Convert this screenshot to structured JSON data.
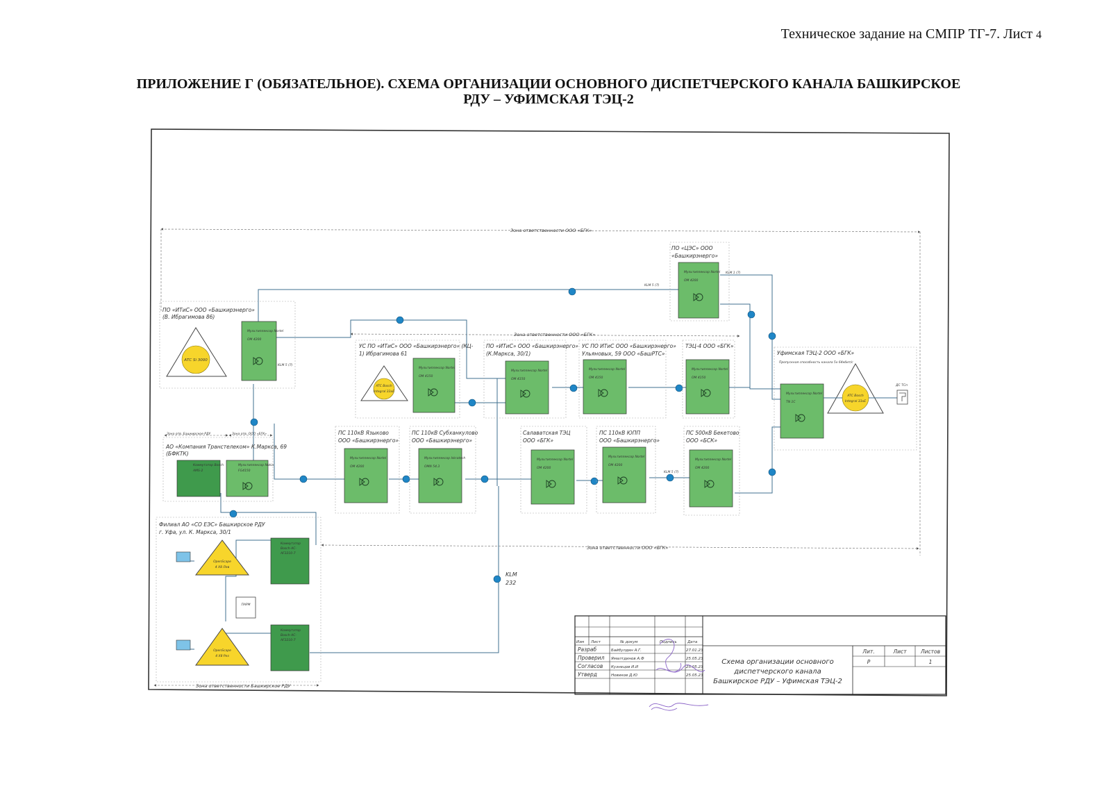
{
  "header": {
    "doc_title": "Техническое задание на СМПР ТГ-7. Лист",
    "sheet_number": "4"
  },
  "title": {
    "line1": "ПРИЛОЖЕНИЕ Г (ОБЯЗАТЕЛЬНОЕ). СХЕМА ОРГАНИЗАЦИИ ОСНОВНОГО ДИСПЕТЧЕРСКОГО КАНАЛА БАШКИРСКОЕ",
    "line2": "РДУ – УФИМСКАЯ ТЭЦ-2"
  },
  "colors": {
    "mux_fill": "#6cbc6a",
    "mux_fill_dark": "#3f9a4c",
    "node_blue": "#1f86c6",
    "pbx_yellow": "#f7d52b",
    "line": "#3f6f8f",
    "stamp": "#8a63c7"
  },
  "zones": {
    "top": "Зона ответственности ООО «БГК»",
    "middle": "Зона ответственности ООО «БГК»",
    "lower": "Зона ответственности ООО «БГК»",
    "bottom": "Зона ответственности Башкирское РДУ",
    "trans_left": "Зона отв. Башкирское РДУ",
    "trans_right": "Зона отв. ООО «БГК»"
  },
  "sites": {
    "itis_main": {
      "line1": "ПО «ИТиС» ООО «Башкирэнерго»",
      "line2": "(В. Ибрагимова 86)",
      "pbx": "АТС Si 3000",
      "mux1": "Мультиплексор Nortel",
      "mux2": "OM 4200"
    },
    "ces": {
      "line1": "ПО «ЦЭС» ООО",
      "line2": "«Башкирэнерго»",
      "mux1": "Мультиплексор Nortel",
      "mux2": "OM 4200"
    },
    "us_itis_ibr": {
      "line1": "УС ПО «ИТиС» ООО «Башкирэнерго» (КЦ-",
      "line2": "1) Ибрагимова 61",
      "pbx1": "ATC Bosch",
      "pbx2": "Integral 33xE",
      "mux1": "Мультиплексор Nortel",
      "mux2": "OM 4150"
    },
    "itis_marx": {
      "line1": "ПО «ИТиС» ООО «Башкирэнерго»",
      "line2": "(К.Маркса, 30/1)",
      "mux1": "Мультиплексор Nortel",
      "mux2": "OM 4150"
    },
    "us_itis_ulyan": {
      "line1": "УС ПО ИТиС ООО «Башкирэнерго»",
      "line2": "Ульяновых, 59 ООО «БашРТС»",
      "mux1": "Мультиплексор Nortel",
      "mux2": "OM 4150"
    },
    "tec4": {
      "line1": "ТЭЦ-4 ООО «БГК»",
      "mux1": "Мультиплексор Nortel",
      "mux2": "OM 4150"
    },
    "ufa_tec2": {
      "line1": "Уфимская ТЭЦ-2 ООО «БГК»",
      "note": "Пропускная способность канала 5х 64кбит/с",
      "pbx1": "ATC Bosch",
      "pbx2": "Integral 33xE",
      "mux1": "Мультиплексор Nortel",
      "mux2": "TN 1C",
      "phone": "ДС ТСп"
    },
    "transtelecom": {
      "line1": "АО «Компания Транстелеком» К.Маркса, 69",
      "line2": "(БФКТК)",
      "comm1": "Коммутатор Bosch",
      "comm2": "AMS-2",
      "mux1": "Мультиплексор Nokia",
      "mux2": "FG4150"
    },
    "yazykovo": {
      "line1": "ПС 110кВ Языково",
      "line2": "ООО «Башкирэнерго»",
      "mux1": "Мультиплексор Nortel",
      "mux2": "OM 4200"
    },
    "subkhankulovo": {
      "line1": "ПС 110кВ Субханкулово",
      "line2": "ООО «Башкирэнерго»",
      "mux1": "Мультиплексор Iskratech",
      "mux2": "OMN 54.3"
    },
    "salavat": {
      "line1": "Салаватская ТЭЦ",
      "line2": "ООО «БГК»",
      "mux1": "Мультиплексор Nortel",
      "mux2": "OM 4200"
    },
    "yupp": {
      "line1": "ПС 110кВ ЮПП",
      "line2": "ООО «Башкирэнерго»",
      "mux1": "Мультиплексор Nortel",
      "mux2": "OM 4200"
    },
    "beketovo": {
      "line1": "ПС 500кВ Бекетово",
      "line2": "ООО «БСК»",
      "mux1": "Мультиплексор Nortel",
      "mux2": "OM 4200"
    },
    "rdu": {
      "line1": "Филиал АО «СО ЕЭС» Башкирское РДУ",
      "line2": "г. Уфа, ул. К. Маркса, 30/1",
      "pbx1a": "OpenScape",
      "pbx1b": "4 X8 Лев",
      "pbx2a": "OpenScape",
      "pbx2b": "4 X8 Рез",
      "comm1a": "Коммутатор",
      "comm1b": "Bosch-AC-",
      "comm1c": "AF3210-7",
      "comm2a": "Коммутатор",
      "comm2b": "Bosch-AC-",
      "comm2c": "AF3210-7",
      "switch": "ПАРМ"
    }
  },
  "labels": {
    "klm_a": "KLM 5 (7)",
    "klm_b": "KLM 1 (7)",
    "klm_c": "KLM 5 (7)",
    "klm_d": "KLM 5 (7)",
    "klm_232a": "KLM",
    "klm_232b": "232"
  },
  "title_block": {
    "headers": [
      "Изм",
      "Лист",
      "№ докум",
      "Подпись",
      "Дата"
    ],
    "rows": [
      {
        "role": "Разраб",
        "name": "Байбулдин А.Г.",
        "date": "27.01.23"
      },
      {
        "role": "Проверил",
        "name": "Ямалтдинов А.Ф",
        "date": "25.05.23"
      },
      {
        "role": "Согласов",
        "name": "Кузнецов И.И",
        "date": "25.05.23"
      },
      {
        "role": "Утверд",
        "name": "Новиков Д.Ю",
        "date": "25.05.23"
      }
    ],
    "drawing_title": [
      "Схема организации основного",
      "диспетчерского канала",
      "Башкирское РДУ – Уфимская ТЭЦ-2"
    ],
    "lit_label": "Лит.",
    "sheet_label": "Лист",
    "sheets_label": "Листов",
    "lit_value": "Р",
    "sheets_value": "1"
  }
}
